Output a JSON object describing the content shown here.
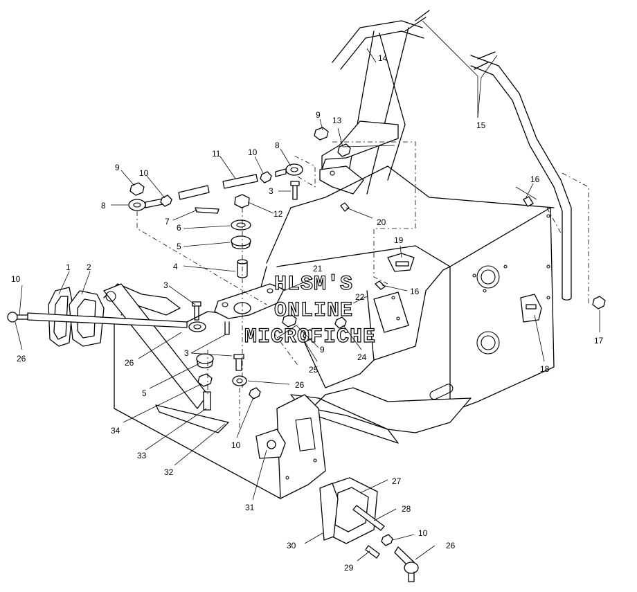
{
  "watermark": {
    "line1": "HLSM'S",
    "line2": "ONLINE",
    "line3": "MICROFICHE"
  },
  "callouts": {
    "c1": "1",
    "c2": "2",
    "c3a": "3",
    "c3b": "3",
    "c3c": "3",
    "c4": "4",
    "c5a": "5",
    "c5b": "5",
    "c6": "6",
    "c7": "7",
    "c8a": "8",
    "c8b": "8",
    "c9a": "9",
    "c9b": "9",
    "c9c": "9",
    "c10a": "10",
    "c10b": "10",
    "c10c": "10",
    "c10d": "10",
    "c10e": "10",
    "c11": "11",
    "c12": "12",
    "c13": "13",
    "c14": "14",
    "c15": "15",
    "c16a": "16",
    "c16b": "16",
    "c17": "17",
    "c18": "18",
    "c19": "19",
    "c20": "20",
    "c21": "21",
    "c22": "22",
    "c24": "24",
    "c25": "25",
    "c26a": "26",
    "c26b": "26",
    "c26c": "26",
    "c26d": "26",
    "c27": "27",
    "c28": "28",
    "c29": "29",
    "c30": "30",
    "c31": "31",
    "c32": "32",
    "c33": "33",
    "c34": "34"
  }
}
